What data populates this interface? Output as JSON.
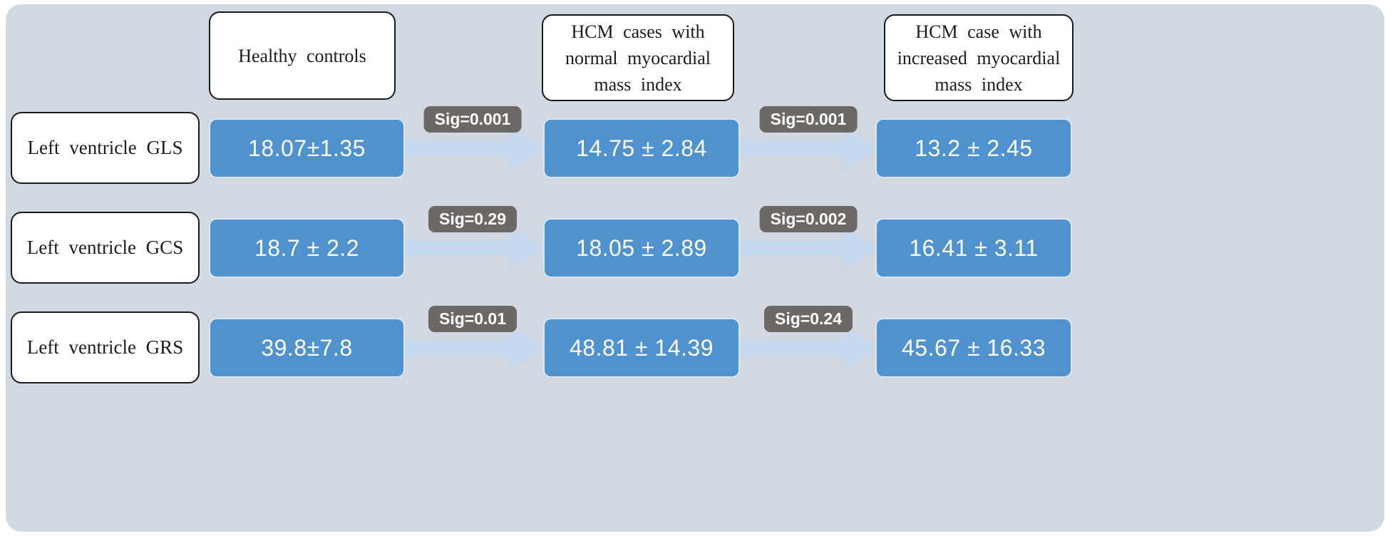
{
  "figure": {
    "columns": [
      "Healthy controls",
      "HCM cases with normal myocardial mass index",
      "HCM case with increased myocardial mass index"
    ],
    "rows": [
      {
        "label": "Left ventricle GLS",
        "values": [
          "18.07±1.35",
          "14.75 ± 2.84",
          "13.2 ± 2.45"
        ],
        "sigs": [
          "Sig=0.001",
          "Sig=0.001"
        ]
      },
      {
        "label": "Left ventricle GCS",
        "values": [
          "18.7 ± 2.2",
          "18.05 ± 2.89",
          "16.41 ± 3.11"
        ],
        "sigs": [
          "Sig=0.29",
          "Sig=0.002"
        ]
      },
      {
        "label": "Left ventricle GRS",
        "values": [
          "39.8±7.8",
          "48.81 ± 14.39",
          "45.67 ± 16.33"
        ],
        "sigs": [
          "Sig=0.01",
          "Sig=0.24"
        ]
      }
    ]
  },
  "colors": {
    "panel_bg": "#d2d8e2",
    "value_blue": "#4f92ce",
    "value_border": "#d8e7f7",
    "value_text": "#ffffff",
    "sig_bg": "#6b6866",
    "sig_text": "#ffffff",
    "arrow_blue": "#c6d9ef",
    "box_border": "#1a1a1a",
    "box_bg": "#ffffff",
    "text_dark": "#1c1c1c"
  }
}
